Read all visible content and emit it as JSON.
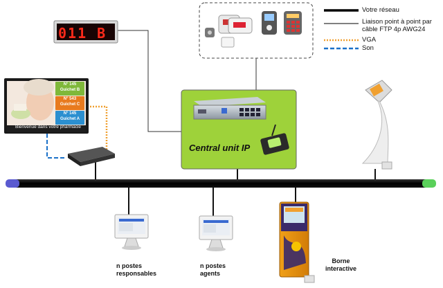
{
  "legend": {
    "items": [
      {
        "style": "network",
        "color": "#000000",
        "label": "Votre réseau"
      },
      {
        "style": "ftp",
        "color": "#000000",
        "label_lines": [
          "Liaison point à point par",
          "câble FTP 4p AWG24"
        ]
      },
      {
        "style": "vga",
        "color": "#f0a030",
        "label": "VGA"
      },
      {
        "style": "sound",
        "color": "#1a70c8",
        "label": "Son"
      }
    ]
  },
  "display": {
    "text": "011 B",
    "color": "#ff2a1a"
  },
  "central_unit": {
    "label": "Central unit IP",
    "color": "#9ed23a"
  },
  "screen": {
    "tickets": [
      {
        "number": "N° 145",
        "counter": "Guichet B",
        "color": "#7fb83a"
      },
      {
        "number": "N° 543",
        "counter": "Guichet C",
        "color": "#e87a1e"
      },
      {
        "number": "N° 145",
        "counter": "Guichet A",
        "color": "#2b8fd0"
      }
    ],
    "caption": "Bienvenue dans votre pharmacie"
  },
  "nodes": [
    {
      "id": "responsables",
      "label_lines": [
        "n postes",
        "responsables"
      ]
    },
    {
      "id": "agents",
      "label_lines": [
        "n postes",
        "agents"
      ]
    },
    {
      "id": "borne",
      "label_lines": [
        "Borne",
        "interactive"
      ]
    }
  ]
}
